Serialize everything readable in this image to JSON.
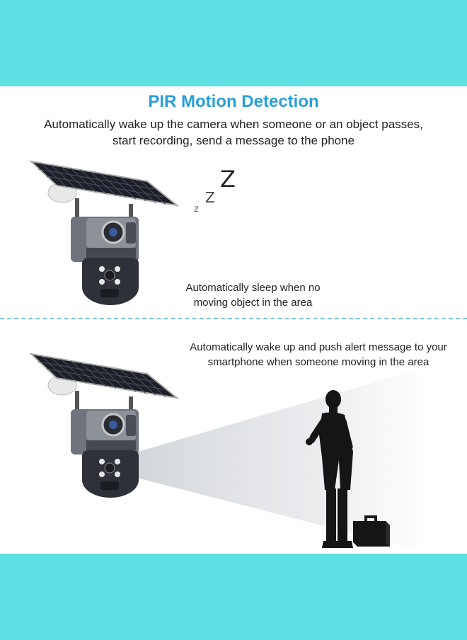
{
  "header": {
    "title": "PIR Motion Detection",
    "subtitle": "Automatically wake up the camera when someone or an object passes, start recording, send a message to the phone"
  },
  "sleep_panel": {
    "zzz": [
      "z",
      "Z",
      "Z"
    ],
    "caption": "Automatically sleep when no moving object in the area"
  },
  "wake_panel": {
    "caption": "Automatically wake up and push alert message to your smartphone when someone moving in the area"
  },
  "colors": {
    "band": "#5ee0e4",
    "title": "#2a9fd8",
    "divider": "#7cc4df"
  },
  "icons": [
    "solar-panel-icon",
    "camera-icon",
    "person-silhouette-icon",
    "briefcase-icon"
  ]
}
